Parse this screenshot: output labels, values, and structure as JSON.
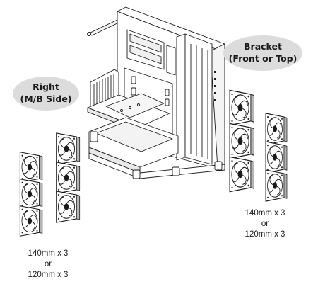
{
  "labels": {
    "bracket_line1": "Bracket",
    "bracket_line2": "(Front or Top)",
    "right_line1": "Right",
    "right_line2": "(M/B Side)"
  },
  "right_spec": {
    "line1": "140mm x 3",
    "line2": "or",
    "line3": "120mm x 3"
  },
  "left_spec": {
    "line1": "140mm x 3",
    "line2": "or",
    "line3": "120mm x 3"
  },
  "colors": {
    "line": "#1a1a1a",
    "bubble": "#dcdcdc",
    "fan_shade": "#b5b5b5"
  },
  "icons": {
    "case": "pc-case-drawing",
    "fan": "fan-icon"
  }
}
